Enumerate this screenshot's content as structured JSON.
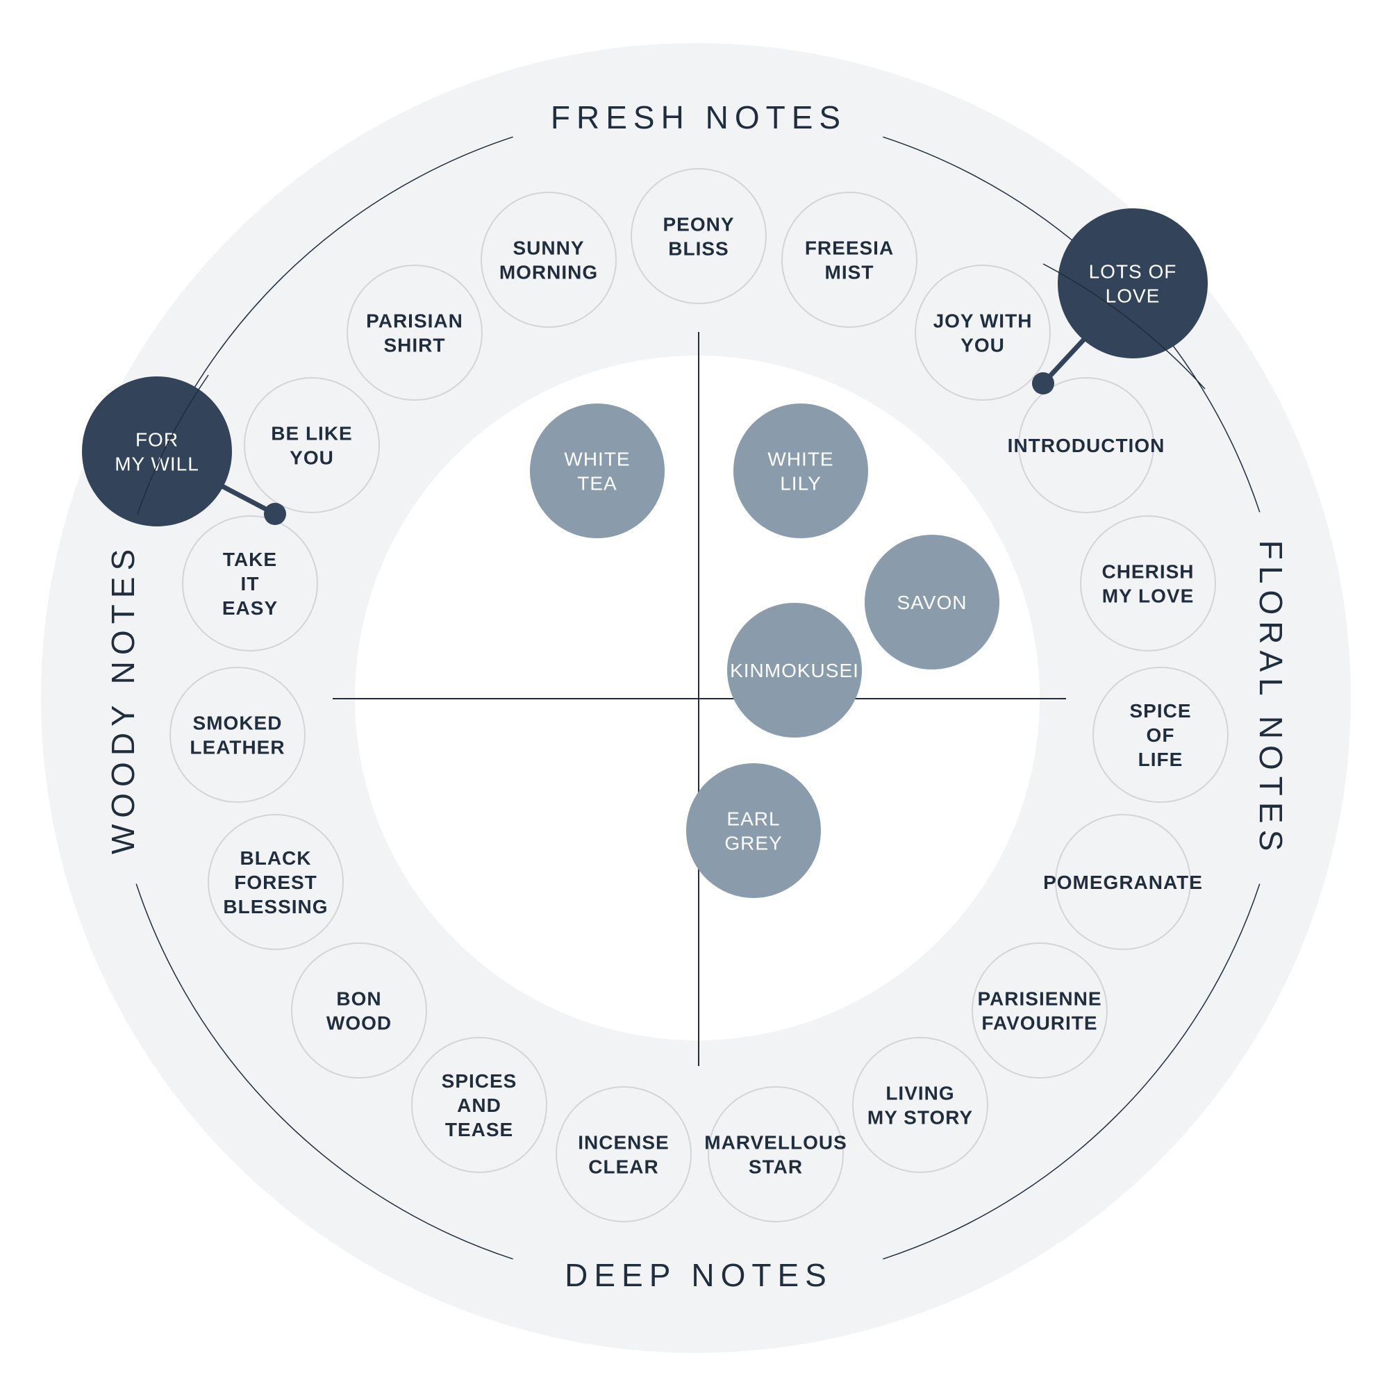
{
  "colors": {
    "outer_ring": "#f2f3f5",
    "center_fill": "#ffffff",
    "ring_circle_stroke": "#d2d4d8",
    "line": "#1f2d3d",
    "inner_bubble": "#8a9bab",
    "featured_bubble": "#33445a"
  },
  "axis_labels": {
    "top": "FRESH NOTES",
    "right": "FLORAL NOTES",
    "bottom": "DEEP NOTES",
    "left": "WOODY NOTES"
  },
  "ring_items": [
    {
      "lines": [
        "PEONY",
        "BLISS"
      ]
    },
    {
      "lines": [
        "FREESIA",
        "MIST"
      ]
    },
    {
      "lines": [
        "JOY WITH",
        "YOU"
      ]
    },
    {
      "lines": [
        "INTRODUCTION"
      ]
    },
    {
      "lines": [
        "CHERISH",
        "MY LOVE"
      ]
    },
    {
      "lines": [
        "SPICE",
        "OF",
        "LIFE"
      ]
    },
    {
      "lines": [
        "POMEGRANATE"
      ]
    },
    {
      "lines": [
        "PARISIENNE",
        "FAVOURITE"
      ]
    },
    {
      "lines": [
        "LIVING",
        "MY STORY"
      ]
    },
    {
      "lines": [
        "MARVELLOUS",
        "STAR"
      ]
    },
    {
      "lines": [
        "INCENSE",
        "CLEAR"
      ]
    },
    {
      "lines": [
        "SPICES",
        "AND",
        "TEASE"
      ]
    },
    {
      "lines": [
        "BON",
        "WOOD"
      ]
    },
    {
      "lines": [
        "BLACK",
        "FOREST",
        "BLESSING"
      ]
    },
    {
      "lines": [
        "SMOKED",
        "LEATHER"
      ]
    },
    {
      "lines": [
        "TAKE",
        "IT",
        "EASY"
      ]
    },
    {
      "lines": [
        "BE LIKE",
        "YOU"
      ]
    },
    {
      "lines": [
        "PARISIAN",
        "SHIRT"
      ]
    },
    {
      "lines": [
        "SUNNY",
        "MORNING"
      ]
    }
  ],
  "inner_items": [
    {
      "lines": [
        "WHITE",
        "TEA"
      ]
    },
    {
      "lines": [
        "WHITE",
        "LILY"
      ]
    },
    {
      "lines": [
        "SAVON"
      ]
    },
    {
      "lines": [
        "KINMOKUSEI"
      ]
    },
    {
      "lines": [
        "EARL",
        "GREY"
      ]
    }
  ],
  "featured_items": [
    {
      "lines": [
        "LOTS OF",
        "LOVE"
      ]
    },
    {
      "lines": [
        "FOR",
        "MY WILL"
      ]
    }
  ]
}
